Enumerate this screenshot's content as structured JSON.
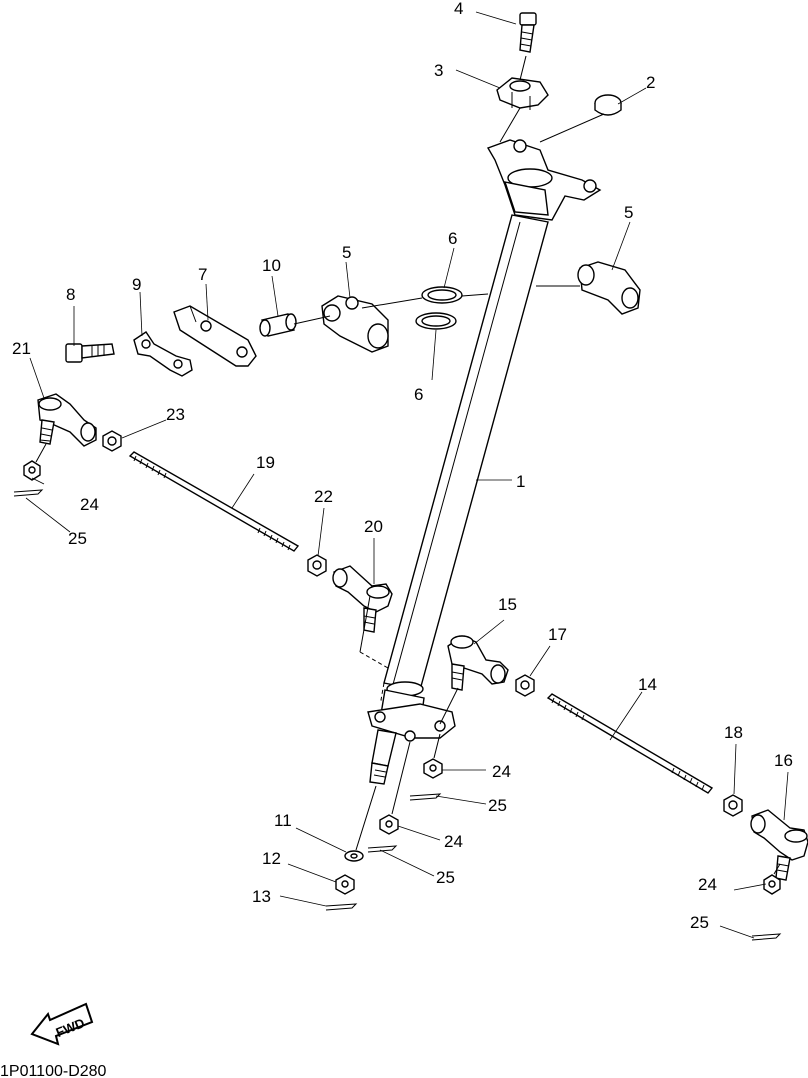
{
  "callouts": [
    "1",
    "2",
    "3",
    "4",
    "5",
    "5",
    "6",
    "6",
    "7",
    "8",
    "9",
    "10",
    "11",
    "12",
    "13",
    "14",
    "15",
    "16",
    "17",
    "18",
    "19",
    "20",
    "21",
    "22",
    "23",
    "24",
    "24",
    "24",
    "24",
    "25",
    "25",
    "25",
    "25"
  ],
  "fwd_label": "FWD",
  "diagram_code": "1P01100-D280"
}
